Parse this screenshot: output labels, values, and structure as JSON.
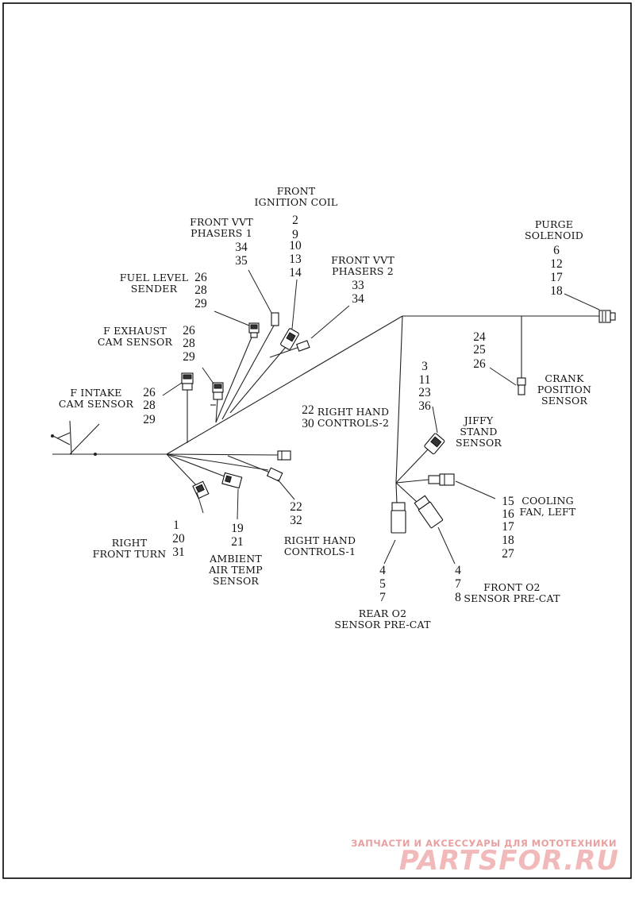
{
  "labels": {
    "front_ignition_coil": {
      "line1": "FRONT",
      "line2": "IGNITION COIL",
      "pins": [
        "2",
        "9",
        "10",
        "13",
        "14"
      ]
    },
    "front_vvt_phasers_1": {
      "line1": "FRONT VVT",
      "line2": "PHASERS 1",
      "pins": [
        "34",
        "35"
      ]
    },
    "front_vvt_phasers_2": {
      "line1": "FRONT VVT",
      "line2": "PHASERS 2",
      "pins": [
        "33",
        "34"
      ]
    },
    "fuel_level_sender": {
      "line1": "FUEL LEVEL",
      "line2": "SENDER",
      "pins": [
        "26",
        "28",
        "29"
      ]
    },
    "f_exhaust_cam_sensor": {
      "line1": "F EXHAUST",
      "line2": "CAM SENSOR",
      "pins": [
        "26",
        "28",
        "29"
      ]
    },
    "f_intake_cam_sensor": {
      "line1": "F INTAKE",
      "line2": "CAM SENSOR",
      "pins": [
        "26",
        "28",
        "29"
      ]
    },
    "purge_solenoid": {
      "line1": "PURGE",
      "line2": "SOLENOID",
      "pins": [
        "6",
        "12",
        "17",
        "18"
      ]
    },
    "crank_position_sensor": {
      "line1": "CRANK",
      "line2": "POSITION",
      "line3": "SENSOR",
      "pins": [
        "24",
        "25",
        "26"
      ]
    },
    "right_hand_controls_2": {
      "line1": "RIGHT HAND",
      "line2": "CONTROLS-2",
      "pins": [
        "22",
        "30"
      ]
    },
    "jiffy_stand_sensor": {
      "line1": "JIFFY",
      "line2": "STAND",
      "line3": "SENSOR",
      "pins": [
        "3",
        "11",
        "23",
        "36"
      ]
    },
    "cooling_fan_left": {
      "line1": "COOLING",
      "line2": "FAN, LEFT",
      "pins": [
        "15",
        "16",
        "17",
        "18",
        "27"
      ]
    },
    "right_front_turn": {
      "line1": "RIGHT",
      "line2": "FRONT TURN",
      "pins": [
        "1",
        "20",
        "31"
      ]
    },
    "ambient_air_temp_sensor": {
      "line1": "AMBIENT",
      "line2": "AIR TEMP",
      "line3": "SENSOR",
      "pins": [
        "19",
        "21"
      ]
    },
    "right_hand_controls_1": {
      "line1": "RIGHT HAND",
      "line2": "CONTROLS-1",
      "pins": [
        "22",
        "32"
      ]
    },
    "rear_o2_sensor_pre_cat": {
      "line1": "REAR O2",
      "line2": "SENSOR PRE-CAT",
      "pins": [
        "4",
        "5",
        "7"
      ]
    },
    "front_o2_sensor_pre_cat": {
      "line1": "FRONT O2",
      "line2": "SENSOR PRE-CAT",
      "pins": [
        "4",
        "7",
        "8"
      ]
    }
  },
  "watermark": {
    "tagline": "ЗАПЧАСТИ И АКСЕССУАРЫ ДЛЯ МОТОТЕХНИКИ",
    "brand": "PARTSFOR.RU"
  }
}
